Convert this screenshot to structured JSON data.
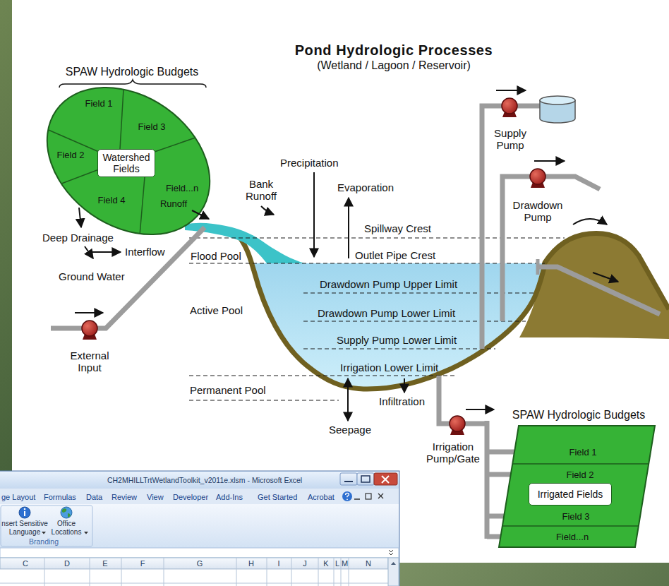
{
  "diagram": {
    "title": "Pond Hydrologic Processes",
    "nodes": [
      {
        "text": [
          "SPAW Hydrologic Budgets"
        ]
      },
      {
        "text": [
          "Field 1"
        ],
        "in": 0
      },
      {
        "text": [
          "Field 3"
        ],
        "in": 0
      },
      {
        "text": [
          "Field 2"
        ],
        "in": 0
      },
      {
        "text": [
          "Watershed Fields"
        ],
        "in": 0
      },
      {
        "text": [
          "Field 4"
        ],
        "in": 0
      },
      {
        "text": [
          "Field...n"
        ],
        "in": 0
      },
      {
        "text": [
          "SPAW Hydrologic Budgets"
        ]
      },
      {
        "text": [
          "Field 1"
        ],
        "in": 7
      },
      {
        "text": [
          "Field 2"
        ],
        "in": 7
      },
      {
        "text": [
          "Irrigated Fields"
        ],
        "in": 7
      },
      {
        "text": [
          "Field 3"
        ],
        "in": 7
      },
      {
        "text": [
          "Field...n"
        ],
        "in": 7
      }
    ],
    "labels": [
      "(Wetland / Lagoon / Reservoir)",
      "Precipitation",
      "Bank Runoff",
      "Evaporation",
      "Runoff",
      "Deep Drainage",
      "Interflow",
      "Spillway Crest",
      "Flood Pool",
      "Outlet Pipe Crest",
      "Ground Water",
      "Drawdown Pump Upper Limit",
      "Active Pool",
      "Drawdown Pump Lower Limit",
      "Supply Pump Lower Limit",
      "Irrigation Lower Limit",
      "Permanent Pool",
      "Infiltration",
      "Seepage",
      "External Input",
      "Irrigation Pump/Gate",
      "Supply Pump",
      "Drawdown Pump",
      "CH2MHILLTrtWetlandToolkit_v2011e.xlsm - Microsoft Excel",
      "ge Layout",
      "Formulas",
      "Data",
      "Review",
      "View",
      "Developer",
      "Add-Ins",
      "Get Started",
      "Acrobat",
      "nsert Sensitive Language",
      "Office Locations",
      "Branding",
      "C",
      "D",
      "E",
      "F",
      "G",
      "H",
      "I",
      "J",
      "K",
      "L",
      "M",
      "N"
    ]
  }
}
